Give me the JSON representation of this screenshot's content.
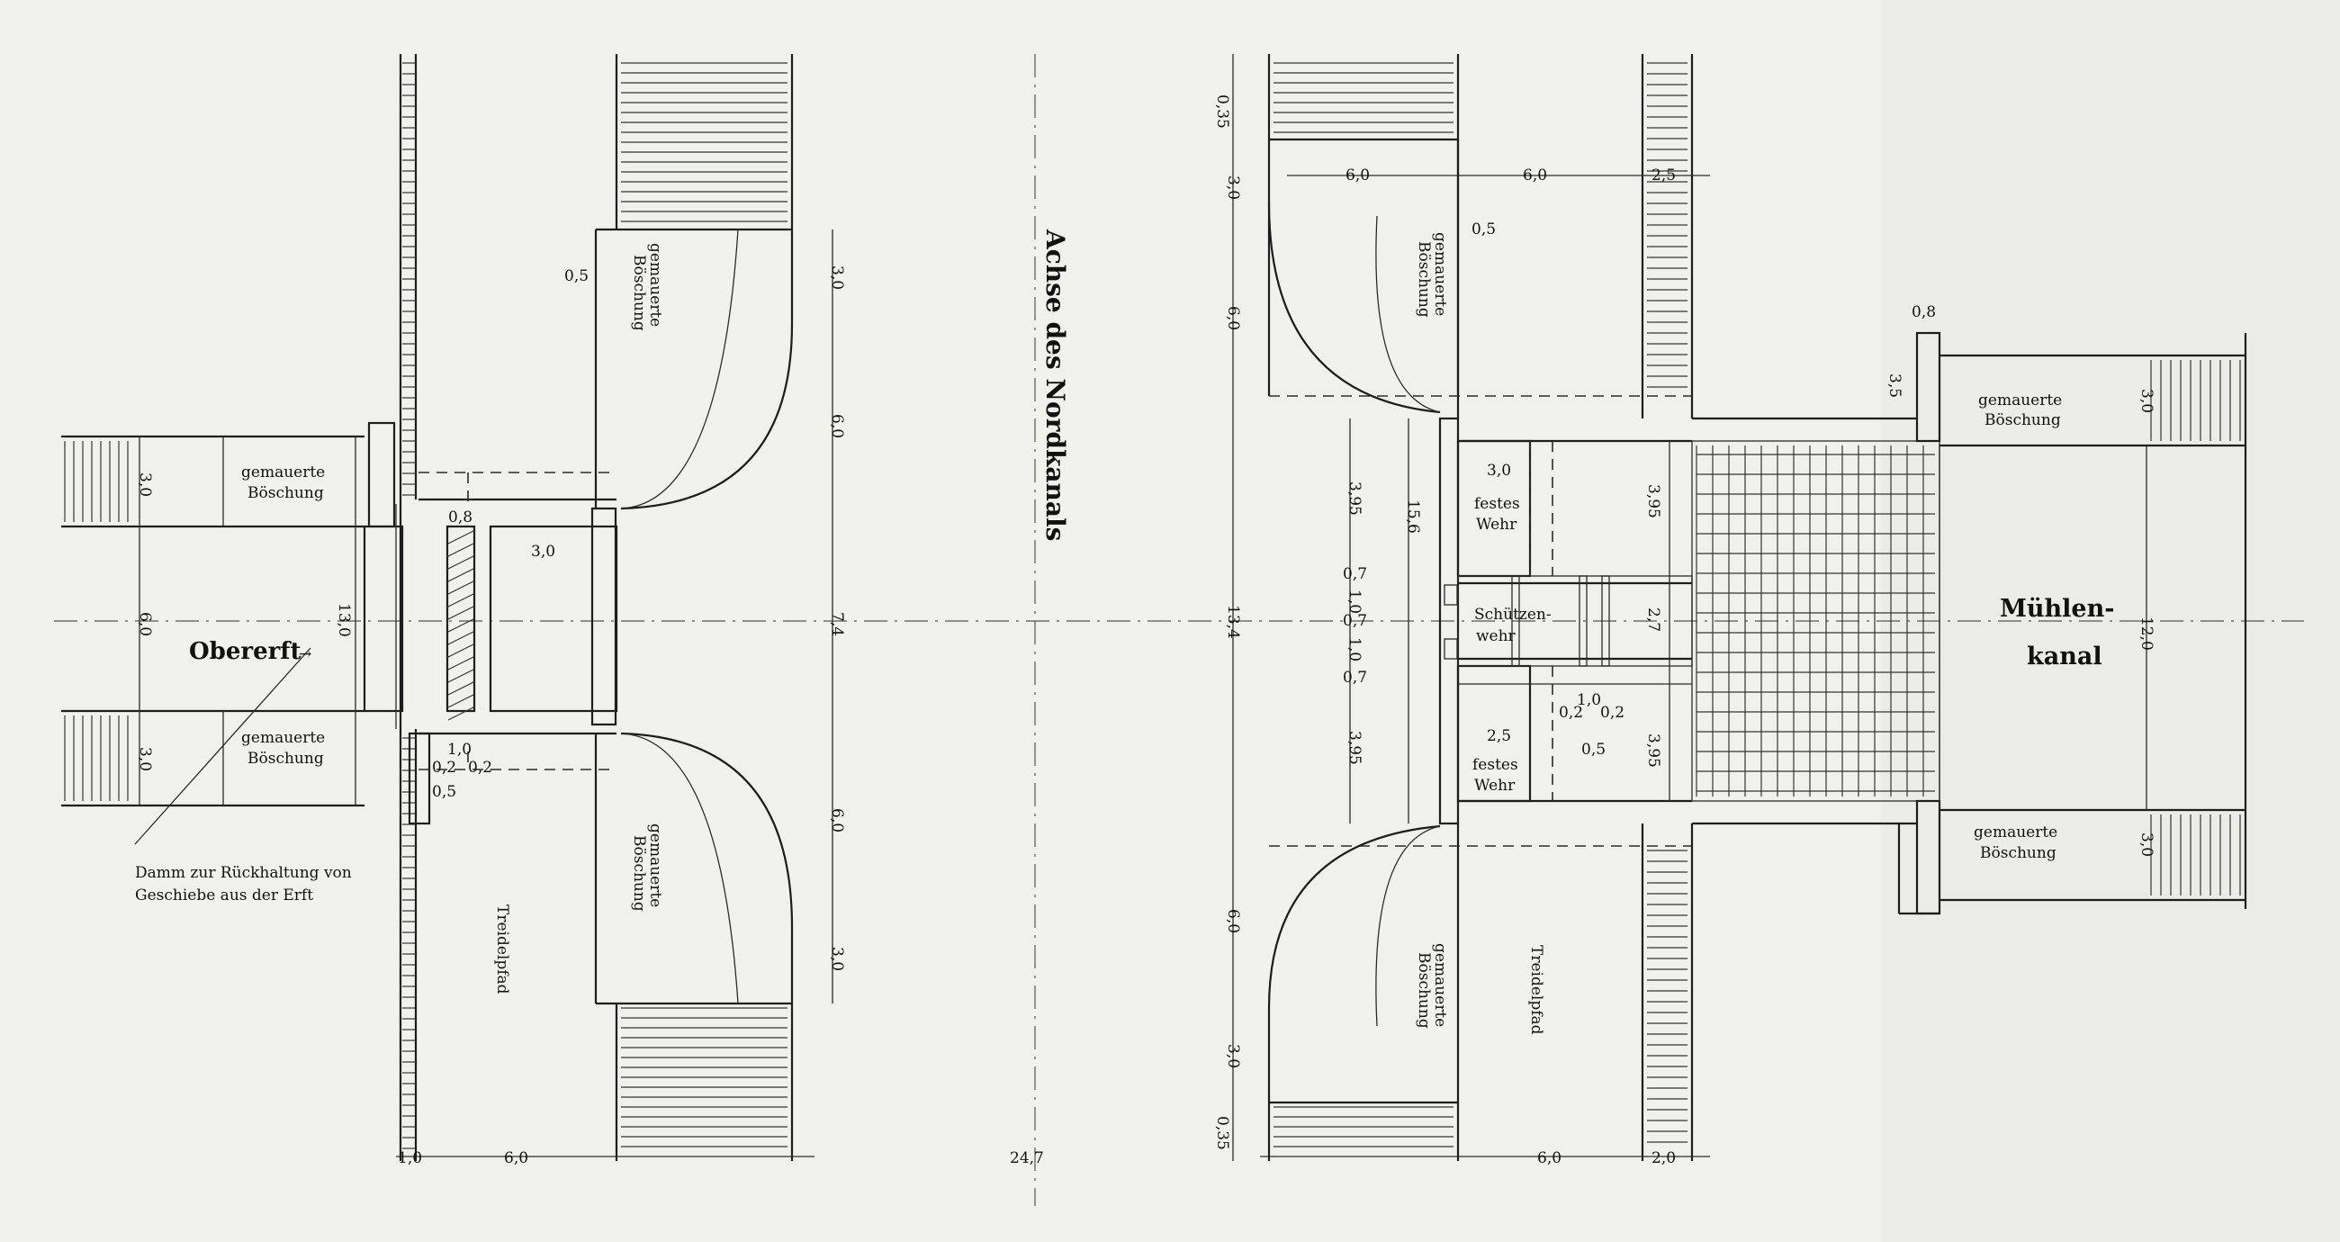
{
  "labels": {
    "achse": "Achse des Nordkanals",
    "obererft": "Obererft",
    "muehlen_1": "Mühlen-",
    "muehlen_2": "kanal",
    "treidel_left": "Treidelpfad",
    "treidel_right": "Treidelpfad",
    "damm_1": "Damm zur Rückhaltung von",
    "damm_2": "Geschiebe aus der Erft",
    "gem_1": "gemauerte",
    "gem_2": "Böschung",
    "festes_wehr_1": "festes",
    "festes_wehr_2": "Wehr",
    "schuetzen_1": "Schützen-",
    "schuetzen_2": "wehr"
  },
  "dims": {
    "d_030_l1": "3,0",
    "d_060_l": "6,0",
    "d_030_l2": "3,0",
    "d_130": "13,0",
    "d_05_top": "0,5",
    "d_08_l": "0,8",
    "d_30_mid": "3,0",
    "d_10_l": "1,0",
    "d_02a": "0,2",
    "d_02b": "0,2",
    "d_05_l": "0,5",
    "c_30_a": "3,0",
    "c_60_a": "6,0",
    "c_74": "7,4",
    "c_60_b": "6,0",
    "c_30_b": "3,0",
    "b_10": "1,0",
    "b_60_l": "6,0",
    "b_247": "24,7",
    "b_60_r": "6,0",
    "b_20": "2,0",
    "r_035_t": "0,35",
    "r_30_t": "3,0",
    "r_60_t": "6,0",
    "r_134": "13,4",
    "r_60_b": "6,0",
    "r_30_b": "3,0",
    "r_035_b": "0,35",
    "t_60_a": "6,0",
    "t_60_b": "6,0",
    "t_25": "2,5",
    "t_05": "0,5",
    "w_395_a": "3,95",
    "w_156": "15,6",
    "w_07_a": "0,7",
    "w_10_a": "1,0",
    "w_07_b": "0,7",
    "w_10_b": "1,0",
    "w_07_c": "0,7",
    "w_395_b": "3,95",
    "w_30": "3,0",
    "w_395_r1": "3,95",
    "w_27": "2,7",
    "w_395_r2": "3,95",
    "w_10_r": "1,0",
    "w_02_ra": "0,2",
    "w_02_rb": "0,2",
    "w_05_r": "0,5",
    "w_25_r": "2,5",
    "m_08": "0,8",
    "m_35": "3,5",
    "m_30_t": "3,0",
    "m_120": "12,0",
    "m_30_b": "3,0"
  }
}
